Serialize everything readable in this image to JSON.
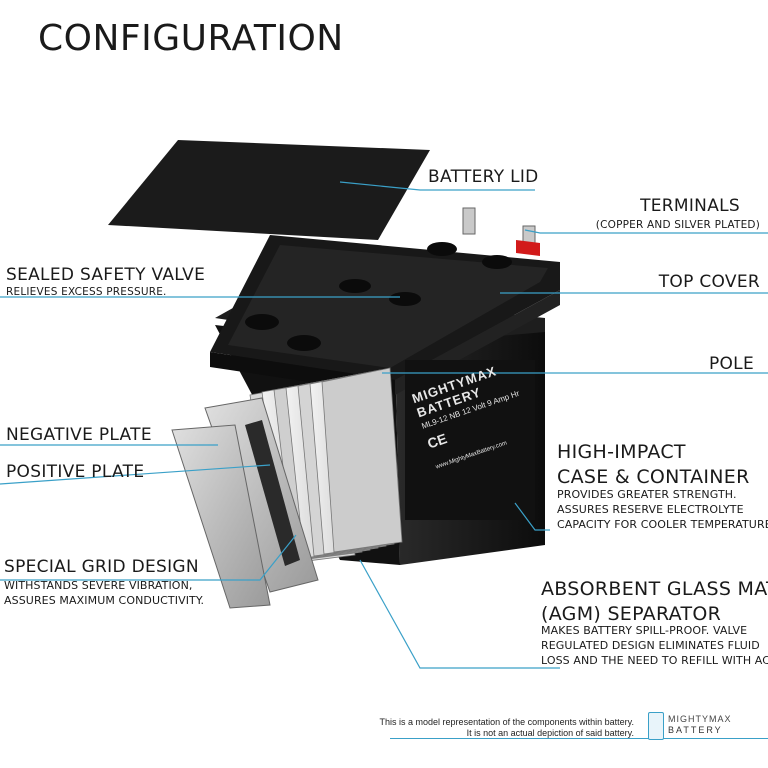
{
  "title": "CONFIGURATION",
  "labels": {
    "battery_lid": "BATTERY LID",
    "terminals": "TERMINALS",
    "terminals_sub": "(COPPER AND SILVER PLATED)",
    "sealed_valve": "SEALED SAFETY VALVE",
    "sealed_valve_sub": "RELIEVES EXCESS PRESSURE.",
    "top_cover": "TOP COVER",
    "pole": "POLE",
    "negative_plate": "NEGATIVE PLATE",
    "positive_plate": "POSITIVE PLATE",
    "high_impact_1": "HIGH-IMPACT",
    "high_impact_2": "CASE & CONTAINER",
    "high_impact_sub1": "PROVIDES GREATER STRENGTH.",
    "high_impact_sub2": "ASSURES RESERVE ELECTROLYTE",
    "high_impact_sub3": "CAPACITY FOR COOLER TEMPERATURES.",
    "grid_design": "SPECIAL GRID DESIGN",
    "grid_sub1": "WITHSTANDS SEVERE VIBRATION,",
    "grid_sub2": "ASSURES MAXIMUM CONDUCTIVITY.",
    "agm_1": "ABSORBENT GLASS MAT",
    "agm_2": "(AGM) SEPARATOR",
    "agm_sub1": "MAKES BATTERY SPILL-PROOF. VALVE",
    "agm_sub2": "REGULATED DESIGN ELIMINATES FLUID",
    "agm_sub3": "LOSS AND THE NEED TO REFILL WITH ACID."
  },
  "battery_label": {
    "brand": "MIGHTYMAX BATTERY",
    "model": "ML9-12 NB",
    "spec": "12 Volt 9 Amp Hr",
    "ce": "CE",
    "website": "www.MightyMaxBattery.com"
  },
  "footer": {
    "line1": "This is a model representation of the components within battery.",
    "line2": "It is not an actual depiction of said battery."
  },
  "logo": {
    "line1": "MIGHTYMAX",
    "line2": "BATTERY"
  },
  "colors": {
    "leader_line": "#3aa0c8",
    "battery_body": "#161616",
    "terminal_red": "#d21a1a",
    "plate_gray": "#bdbdbd"
  }
}
